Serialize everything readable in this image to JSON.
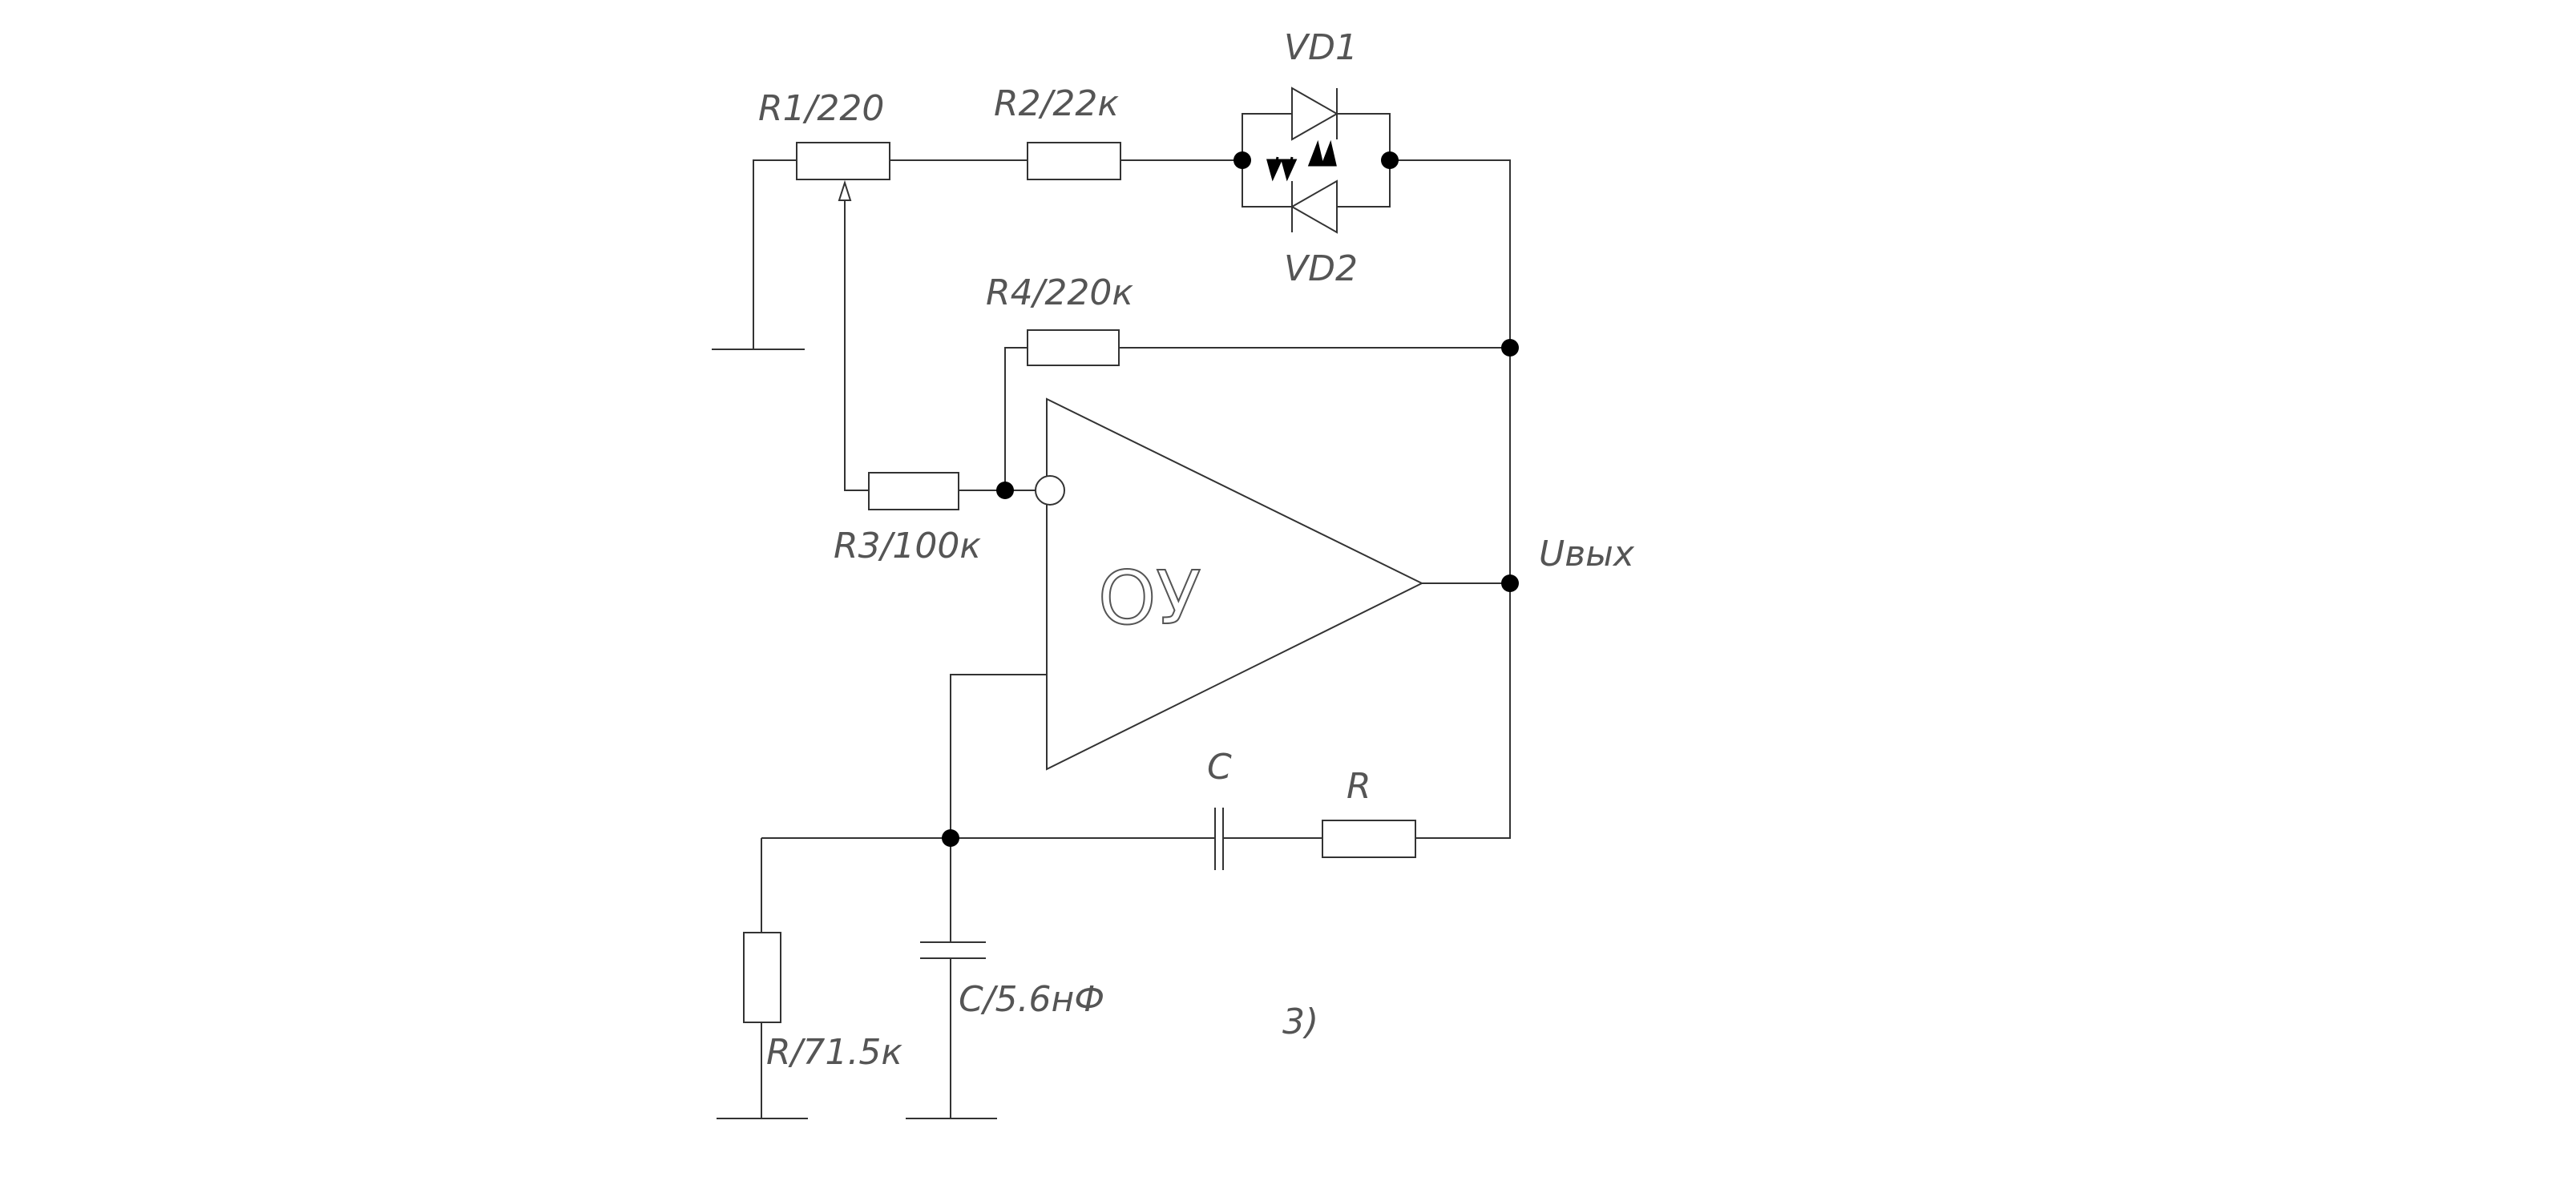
{
  "labels": {
    "r1": "R1/220",
    "r2": "R2/22к",
    "vd1": "VD1",
    "vd2": "VD2",
    "r4": "R4/220к",
    "r3": "R3/100к",
    "uout": "Uвых",
    "opamp": "ОУ",
    "c_series": "C",
    "r_series": "R",
    "c_shunt": "C/5.6нФ",
    "r_shunt": "R/71.5к",
    "fig": "3)"
  }
}
